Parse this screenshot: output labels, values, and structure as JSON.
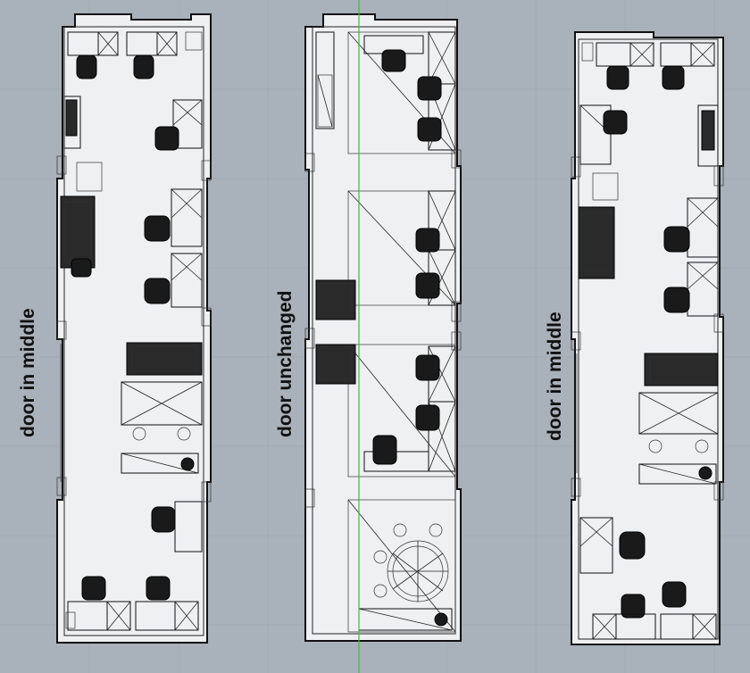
{
  "viewport": {
    "background": "#a9b1ba",
    "axis_color": "#3bbf3b"
  },
  "plans": [
    {
      "label": "door in middle"
    },
    {
      "label": "door unchanged"
    },
    {
      "label": "door in middle"
    }
  ]
}
